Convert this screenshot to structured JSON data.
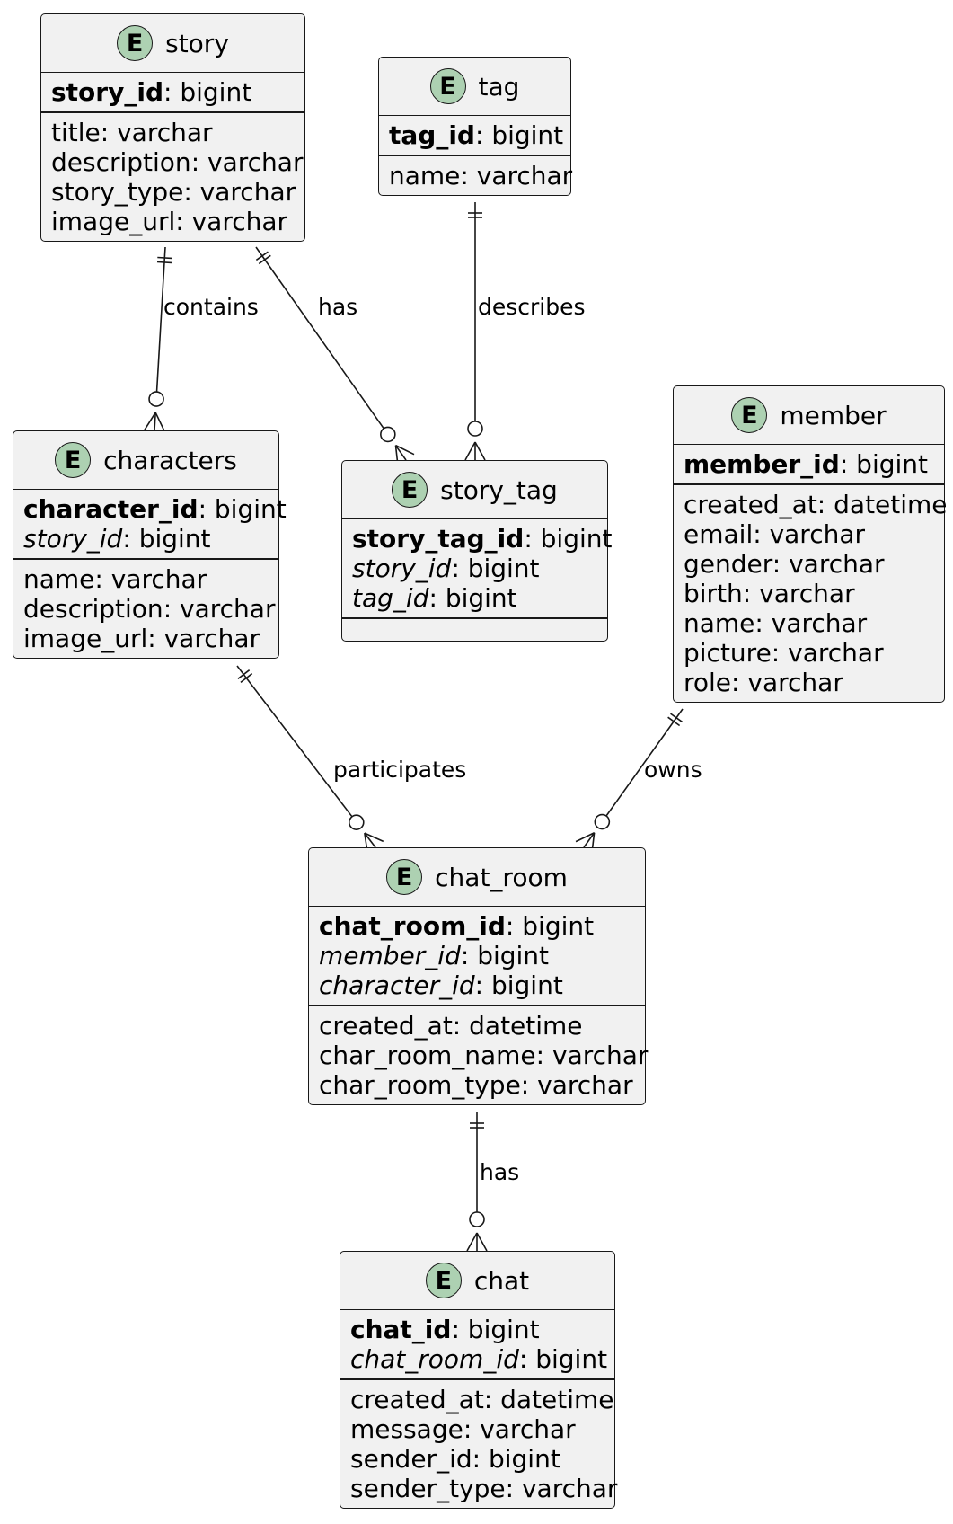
{
  "entities": [
    {
      "id": "story",
      "name": "story",
      "icon": "E",
      "keys": [
        {
          "name": "story_id",
          "type": "bigint",
          "kind": "pk"
        }
      ],
      "fields": [
        {
          "name": "title",
          "type": "varchar"
        },
        {
          "name": "description",
          "type": "varchar"
        },
        {
          "name": "story_type",
          "type": "varchar"
        },
        {
          "name": "image_url",
          "type": "varchar"
        }
      ]
    },
    {
      "id": "tag",
      "name": "tag",
      "icon": "E",
      "keys": [
        {
          "name": "tag_id",
          "type": "bigint",
          "kind": "pk"
        }
      ],
      "fields": [
        {
          "name": "name",
          "type": "varchar"
        }
      ]
    },
    {
      "id": "characters",
      "name": "characters",
      "icon": "E",
      "keys": [
        {
          "name": "character_id",
          "type": "bigint",
          "kind": "pk"
        },
        {
          "name": "story_id",
          "type": "bigint",
          "kind": "fk"
        }
      ],
      "fields": [
        {
          "name": "name",
          "type": "varchar"
        },
        {
          "name": "description",
          "type": "varchar"
        },
        {
          "name": "image_url",
          "type": "varchar"
        }
      ]
    },
    {
      "id": "story_tag",
      "name": "story_tag",
      "icon": "E",
      "keys": [
        {
          "name": "story_tag_id",
          "type": "bigint",
          "kind": "pk"
        },
        {
          "name": "story_id",
          "type": "bigint",
          "kind": "fk"
        },
        {
          "name": "tag_id",
          "type": "bigint",
          "kind": "fk"
        }
      ],
      "fields": []
    },
    {
      "id": "member",
      "name": "member",
      "icon": "E",
      "keys": [
        {
          "name": "member_id",
          "type": "bigint",
          "kind": "pk"
        }
      ],
      "fields": [
        {
          "name": "created_at",
          "type": "datetime"
        },
        {
          "name": "email",
          "type": "varchar"
        },
        {
          "name": "gender",
          "type": "varchar"
        },
        {
          "name": "birth",
          "type": "varchar"
        },
        {
          "name": "name",
          "type": "varchar"
        },
        {
          "name": "picture",
          "type": "varchar"
        },
        {
          "name": "role",
          "type": "varchar"
        }
      ]
    },
    {
      "id": "chat_room",
      "name": "chat_room",
      "icon": "E",
      "keys": [
        {
          "name": "chat_room_id",
          "type": "bigint",
          "kind": "pk"
        },
        {
          "name": "member_id",
          "type": "bigint",
          "kind": "fk"
        },
        {
          "name": "character_id",
          "type": "bigint",
          "kind": "fk"
        }
      ],
      "fields": [
        {
          "name": "created_at",
          "type": "datetime"
        },
        {
          "name": "char_room_name",
          "type": "varchar"
        },
        {
          "name": "char_room_type",
          "type": "varchar"
        }
      ]
    },
    {
      "id": "chat",
      "name": "chat",
      "icon": "E",
      "keys": [
        {
          "name": "chat_id",
          "type": "bigint",
          "kind": "pk"
        },
        {
          "name": "chat_room_id",
          "type": "bigint",
          "kind": "fk"
        }
      ],
      "fields": [
        {
          "name": "created_at",
          "type": "datetime"
        },
        {
          "name": "message",
          "type": "varchar"
        },
        {
          "name": "sender_id",
          "type": "bigint"
        },
        {
          "name": "sender_type",
          "type": "varchar"
        }
      ]
    }
  ],
  "relationships": [
    {
      "id": "story-characters",
      "from": "story",
      "to": "characters",
      "label": "contains",
      "from_card": "one",
      "to_card": "zero-or-many"
    },
    {
      "id": "story-story_tag",
      "from": "story",
      "to": "story_tag",
      "label": "has",
      "from_card": "one",
      "to_card": "zero-or-many"
    },
    {
      "id": "tag-story_tag",
      "from": "tag",
      "to": "story_tag",
      "label": "describes",
      "from_card": "one",
      "to_card": "zero-or-many"
    },
    {
      "id": "characters-chat_room",
      "from": "characters",
      "to": "chat_room",
      "label": "participates",
      "from_card": "one",
      "to_card": "zero-or-many"
    },
    {
      "id": "member-chat_room",
      "from": "member",
      "to": "chat_room",
      "label": "owns",
      "from_card": "one",
      "to_card": "zero-or-many"
    },
    {
      "id": "chat_room-chat",
      "from": "chat_room",
      "to": "chat",
      "label": "has",
      "from_card": "one",
      "to_card": "zero-or-many"
    }
  ],
  "colors": {
    "entity_fill": "#f1f1f1",
    "border": "#181818",
    "icon_fill": "#add1b2"
  }
}
